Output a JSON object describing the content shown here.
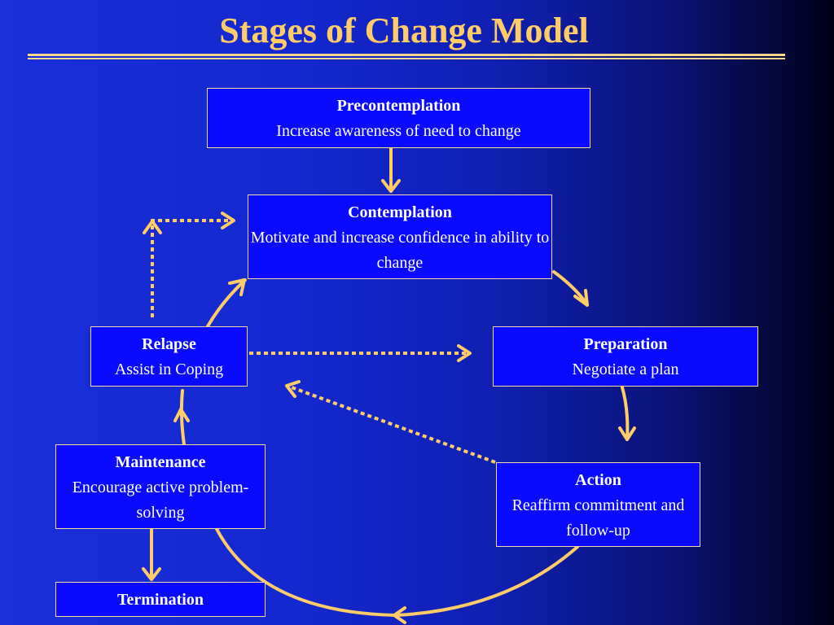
{
  "title": "Stages of Change Model",
  "colors": {
    "accent": "#ffcc66",
    "box_fill": "#0a0aff",
    "box_border": "#f5d9a8",
    "arrow": "#ffcc66"
  },
  "stages": {
    "precontemplation": {
      "name": "Precontemplation",
      "desc": "Increase awareness of need to change"
    },
    "contemplation": {
      "name": "Contemplation",
      "desc": "Motivate and increase confidence in ability to change"
    },
    "relapse": {
      "name": "Relapse",
      "desc": "Assist in Coping"
    },
    "preparation": {
      "name": "Preparation",
      "desc": "Negotiate a plan"
    },
    "maintenance": {
      "name": "Maintenance",
      "desc": "Encourage active problem-solving"
    },
    "action": {
      "name": "Action",
      "desc": "Reaffirm commitment and follow-up"
    },
    "termination": {
      "name": "Termination"
    }
  }
}
